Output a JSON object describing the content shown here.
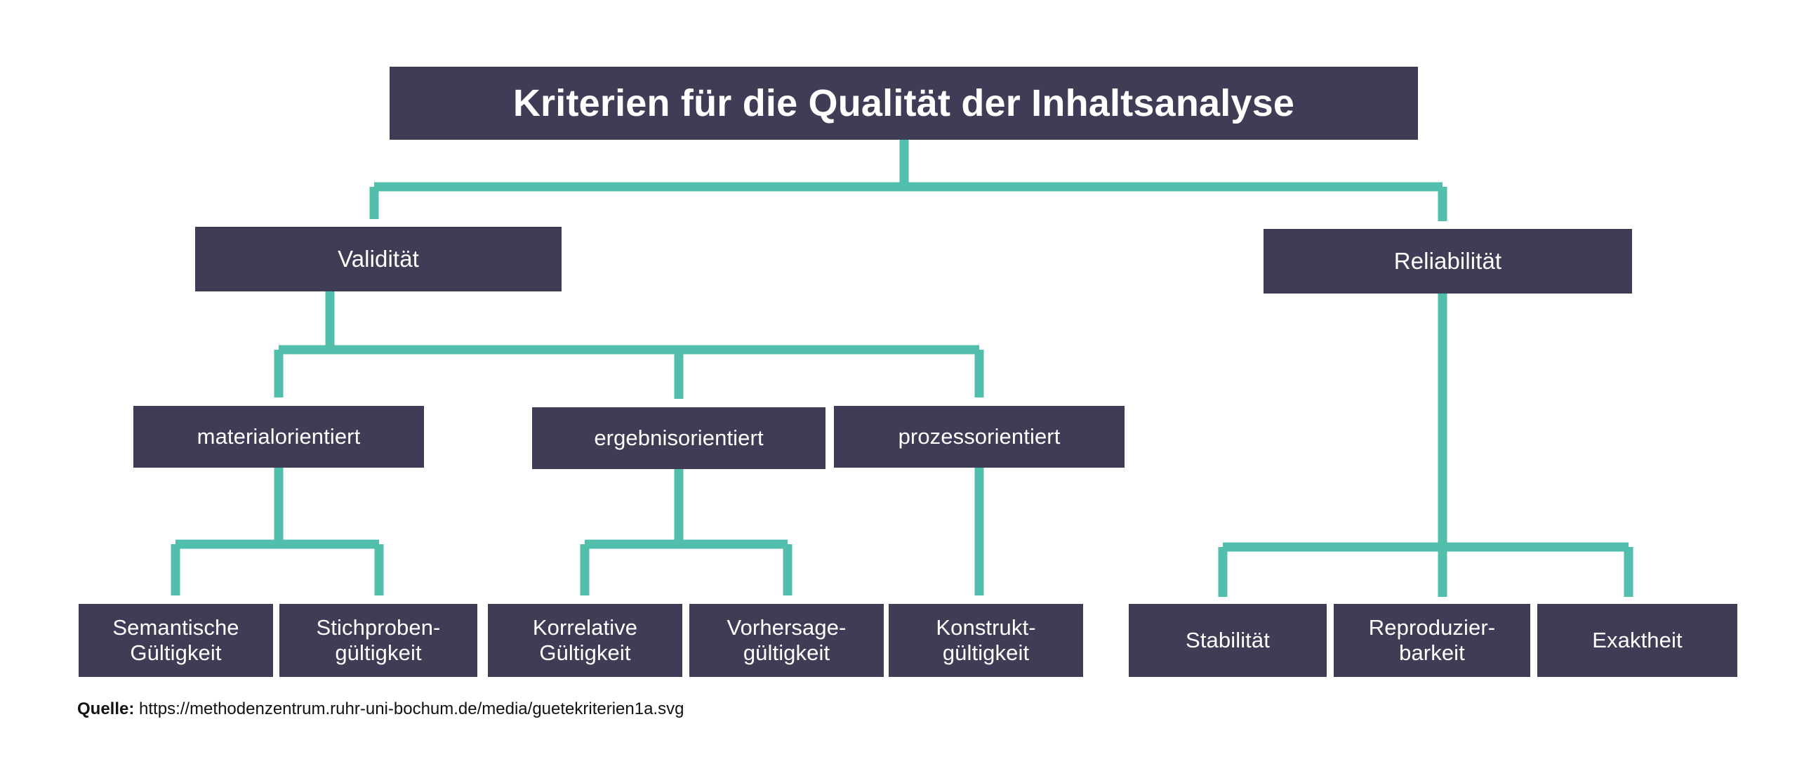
{
  "diagram": {
    "title": "Kriterien für die Qualität der Inhaltsanalyse",
    "colors": {
      "node_fill": "#3F3D56",
      "node_text": "#FFFFFF",
      "connector": "#52BFAC",
      "background": "#FFFFFF",
      "source_text": "#111111"
    },
    "level2": {
      "validitaet": "Validität",
      "reliabilitaet": "Reliabilität"
    },
    "level3": {
      "materialorientiert": "materialorientiert",
      "ergebnisorientiert": "ergebnisorientiert",
      "prozessorientiert": "prozessorientiert"
    },
    "level4": {
      "semantische": "Semantische\nGültigkeit",
      "stichproben": "Stichproben-\ngültigkeit",
      "korrelative": "Korrelative\nGültigkeit",
      "vorhersage": "Vorhersage-\ngültigkeit",
      "konstrukt": "Konstrukt-\ngültigkeit",
      "stabilitaet": "Stabilität",
      "reproduzierbarkeit": "Reproduzier-\nbarkeit",
      "exaktheit": "Exaktheit"
    }
  },
  "source": {
    "label": "Quelle:",
    "url": "https://methodenzentrum.ruhr-uni-bochum.de/media/guetekriterien1a.svg"
  }
}
